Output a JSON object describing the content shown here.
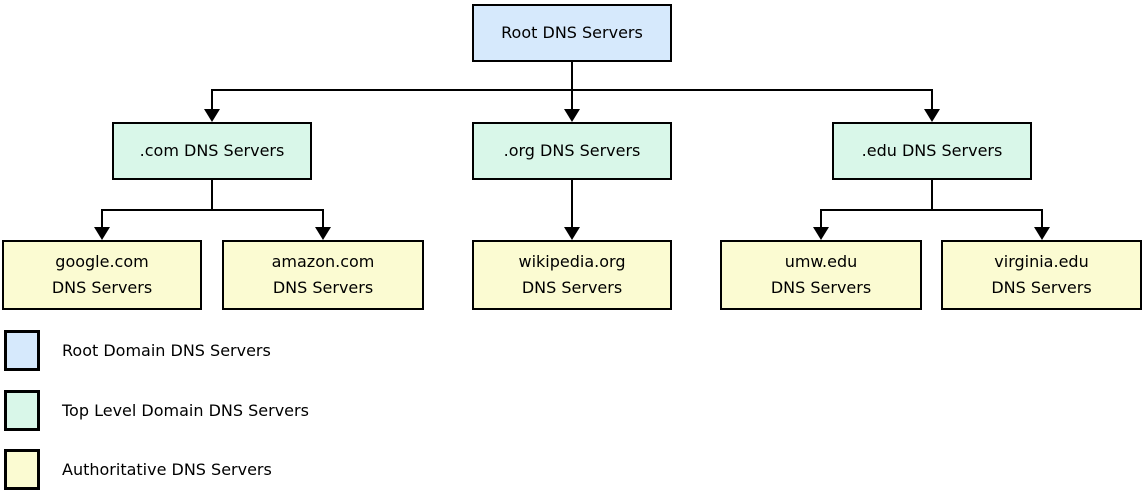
{
  "diagram": {
    "nodes": {
      "root": {
        "label": "Root DNS Servers",
        "type": "root"
      },
      "com": {
        "label": ".com DNS Servers",
        "type": "tld"
      },
      "org": {
        "label": ".org DNS Servers",
        "type": "tld"
      },
      "edu": {
        "label": ".edu DNS Servers",
        "type": "tld"
      },
      "google": {
        "line1": "google.com",
        "line2": "DNS Servers",
        "type": "authoritative"
      },
      "amazon": {
        "line1": "amazon.com",
        "line2": "DNS Servers",
        "type": "authoritative"
      },
      "wikipedia": {
        "line1": "wikipedia.org",
        "line2": "DNS Servers",
        "type": "authoritative"
      },
      "umw": {
        "line1": "umw.edu",
        "line2": "DNS Servers",
        "type": "authoritative"
      },
      "virginia": {
        "line1": "virginia.edu",
        "line2": "DNS Servers",
        "type": "authoritative"
      }
    },
    "edges": [
      {
        "from": "Root DNS Servers",
        "to": ".com DNS Servers"
      },
      {
        "from": "Root DNS Servers",
        "to": ".org DNS Servers"
      },
      {
        "from": "Root DNS Servers",
        "to": ".edu DNS Servers"
      },
      {
        "from": ".com DNS Servers",
        "to": "google.com DNS Servers"
      },
      {
        "from": ".com DNS Servers",
        "to": "amazon.com DNS Servers"
      },
      {
        "from": ".org DNS Servers",
        "to": "wikipedia.org DNS Servers"
      },
      {
        "from": ".edu DNS Servers",
        "to": "umw.edu DNS Servers"
      },
      {
        "from": ".edu DNS Servers",
        "to": "virginia.edu DNS Servers"
      }
    ],
    "colors": {
      "root_fill": "#d6e9fc",
      "tld_fill": "#d9f7e9",
      "authoritative_fill": "#fbfbd2",
      "line_and_border": "#000000",
      "background": "#ffffff"
    }
  },
  "legend": {
    "items": [
      {
        "label": "Root Domain DNS Servers",
        "color": "#d6e9fc"
      },
      {
        "label": "Top Level Domain DNS Servers",
        "color": "#d9f7e9"
      },
      {
        "label": "Authoritative DNS Servers",
        "color": "#fbfbd2"
      }
    ]
  }
}
